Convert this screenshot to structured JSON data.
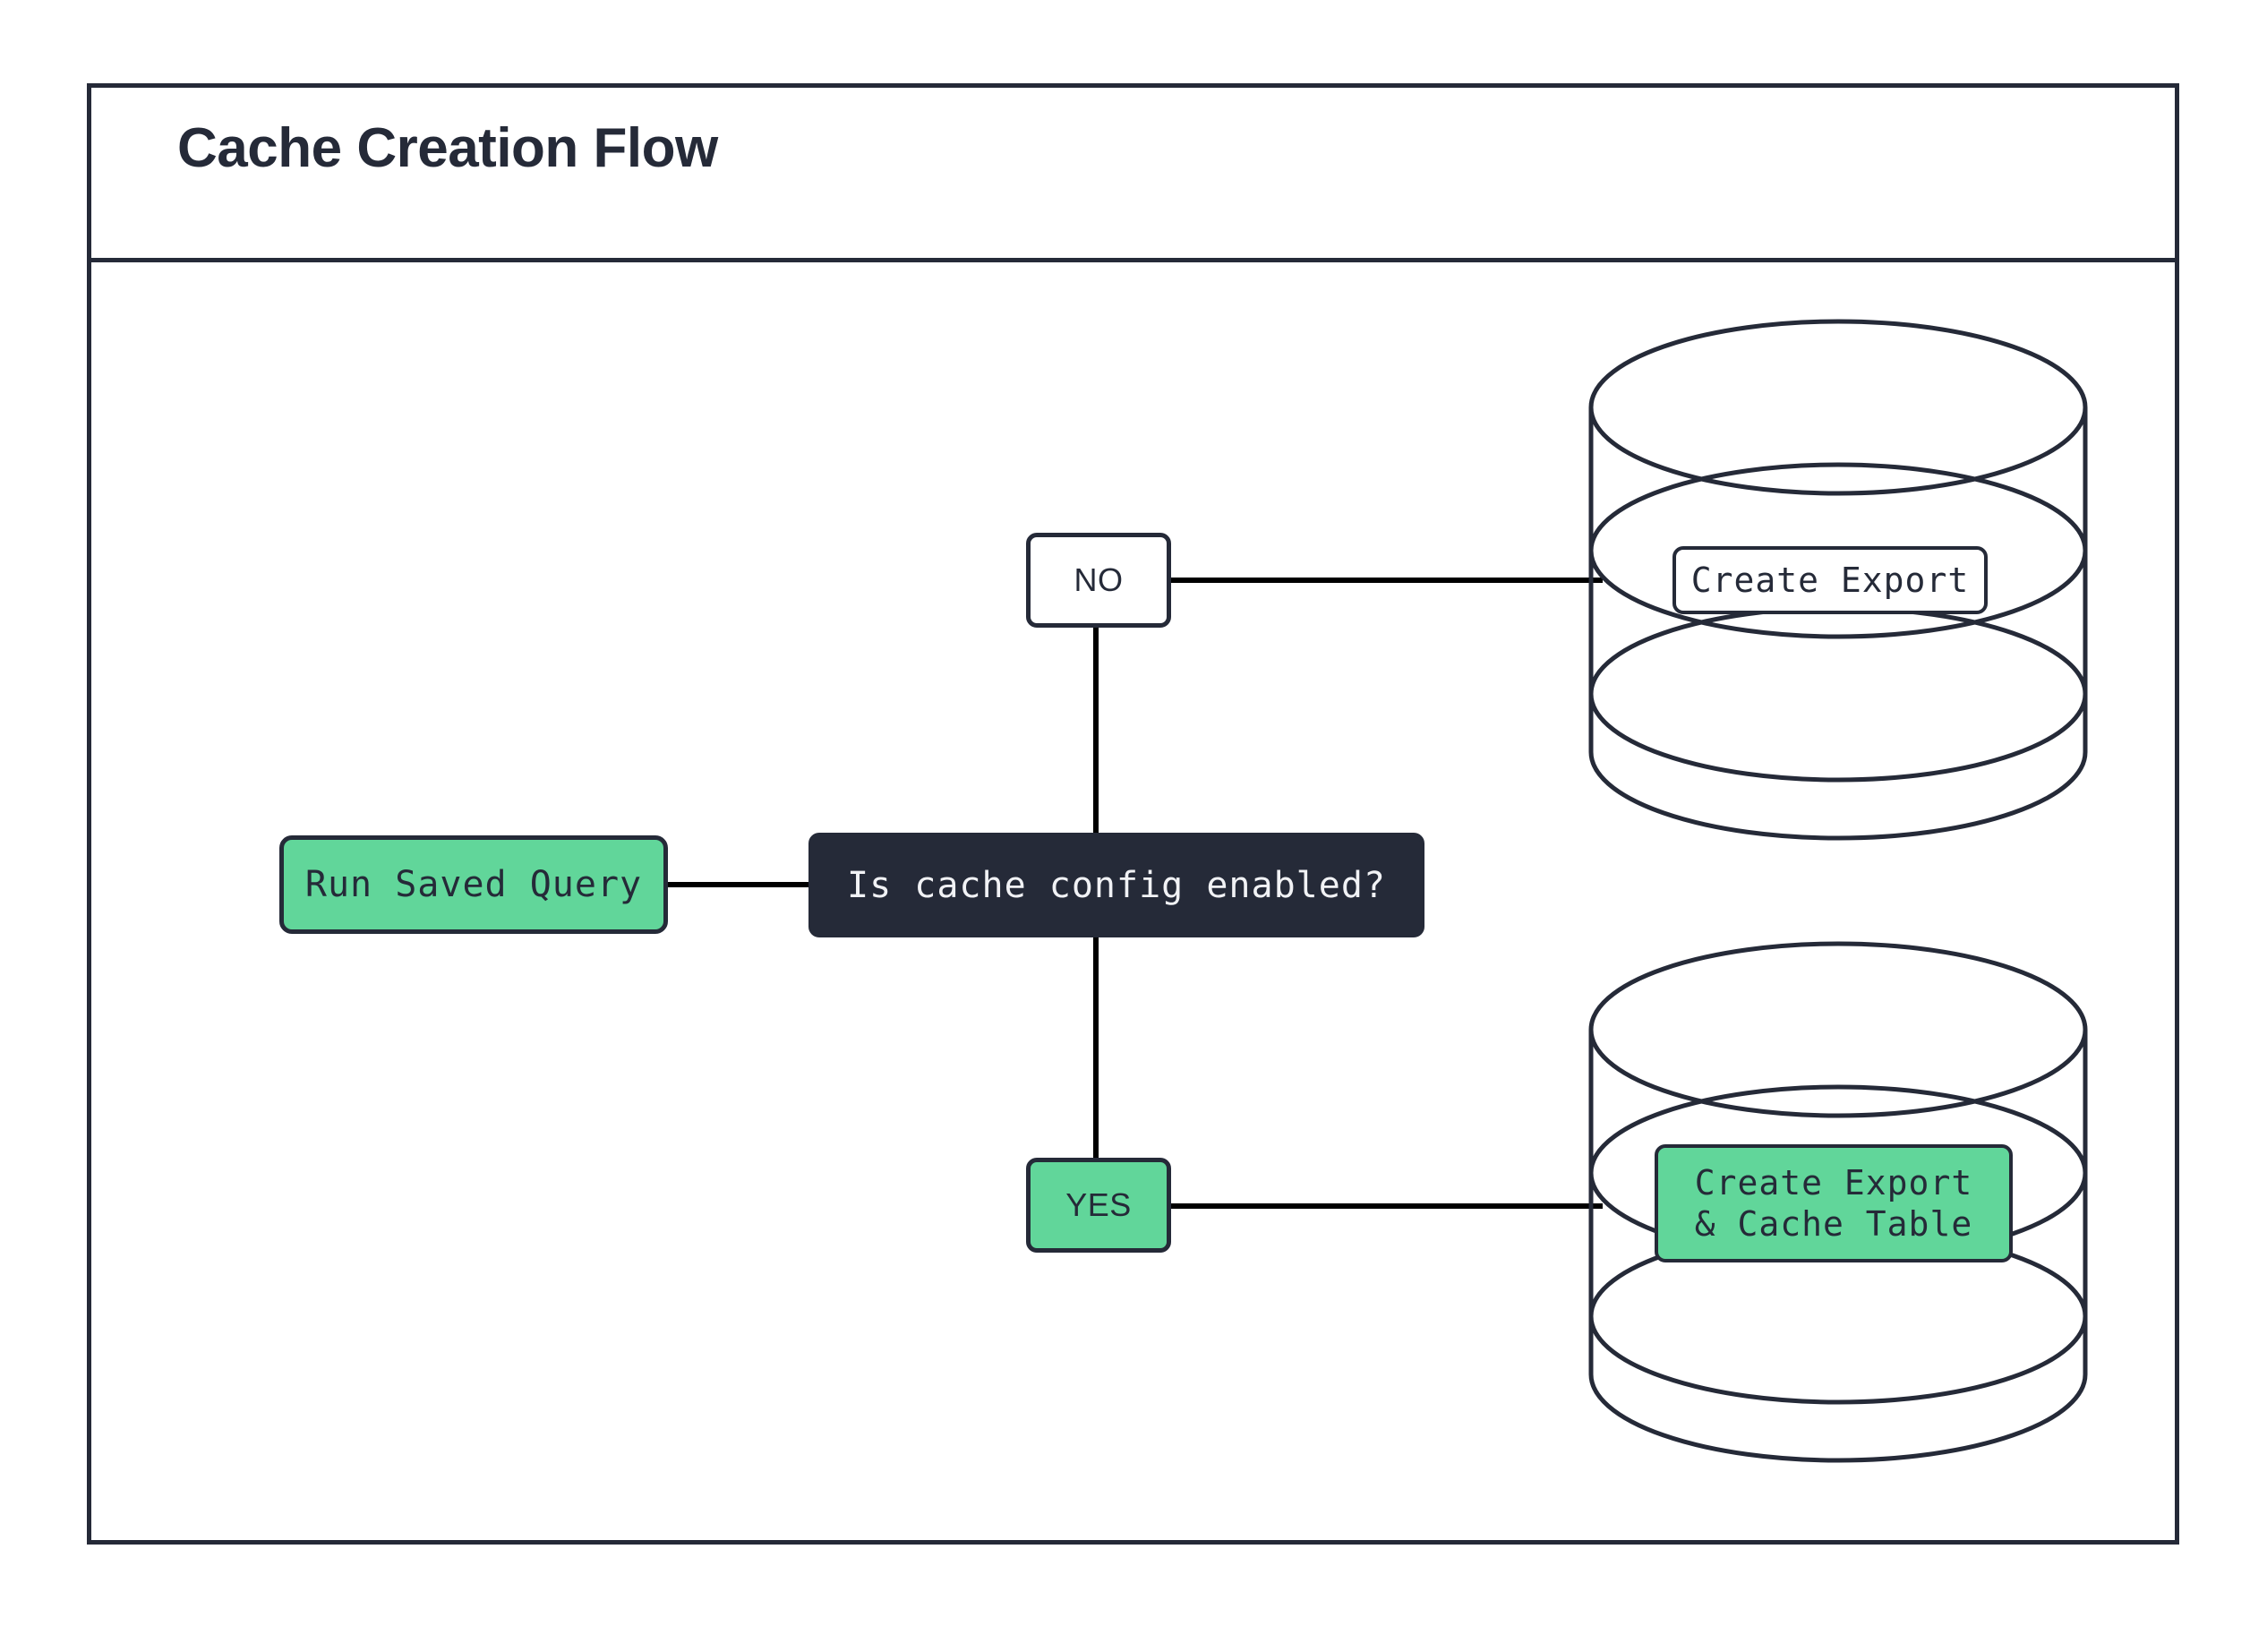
{
  "diagram": {
    "title": "Cache Creation Flow",
    "type": "flowchart",
    "colors": {
      "accent_green": "#61d69a",
      "dark_navy": "#252a38",
      "edge_black": "#000000",
      "surface_white": "#ffffff"
    },
    "nodes": [
      {
        "id": "run-saved-query",
        "label": "Run Saved Query",
        "shape": "rounded-rect",
        "style": "green"
      },
      {
        "id": "decision",
        "label": "Is cache config enabled?",
        "shape": "rounded-rect",
        "style": "dark"
      },
      {
        "id": "branch-no",
        "label": "NO",
        "shape": "rounded-rect",
        "style": "white"
      },
      {
        "id": "branch-yes",
        "label": "YES",
        "shape": "rounded-rect",
        "style": "green"
      },
      {
        "id": "database-top",
        "label": "Create Export",
        "shape": "cylinder",
        "style": "white-label"
      },
      {
        "id": "database-bottom",
        "label": "Create Export\n& Cache Table",
        "shape": "cylinder",
        "style": "green-label"
      }
    ],
    "edges": [
      {
        "from": "run-saved-query",
        "to": "decision",
        "label": ""
      },
      {
        "from": "decision",
        "to": "branch-no",
        "label": ""
      },
      {
        "from": "branch-no",
        "to": "database-top",
        "label": ""
      },
      {
        "from": "decision",
        "to": "branch-yes",
        "label": ""
      },
      {
        "from": "branch-yes",
        "to": "database-bottom",
        "label": ""
      }
    ]
  }
}
